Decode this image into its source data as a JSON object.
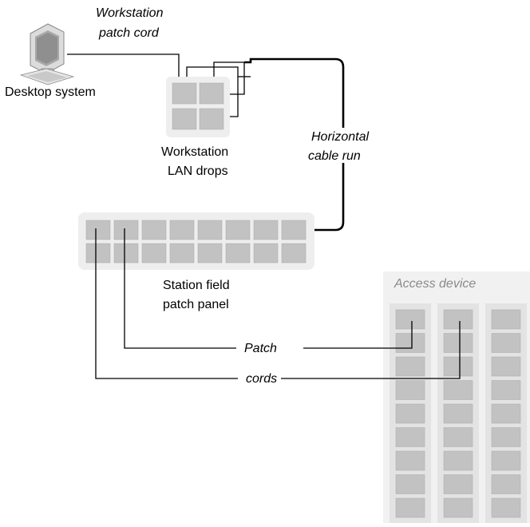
{
  "labels": {
    "desktop_system": "Desktop system",
    "workstation_patch_cord_line1": "Workstation",
    "workstation_patch_cord_line2": "patch cord",
    "workstation_lan_drops_line1": "Workstation",
    "workstation_lan_drops_line2": "LAN drops",
    "horizontal_cable_run_line1": "Horizontal",
    "horizontal_cable_run_line2": "cable run",
    "station_field_patch_panel_line1": "Station field",
    "station_field_patch_panel_line2": "patch panel",
    "access_device": "Access device",
    "patch": "Patch",
    "cords": "cords"
  },
  "icons": {
    "computer": "desktop-computer-icon"
  },
  "colors": {
    "line": "#000000",
    "port_fill": "#c2c2c2",
    "panel_fill": "#eeeeee",
    "device_fill": "#f1f1f1"
  }
}
